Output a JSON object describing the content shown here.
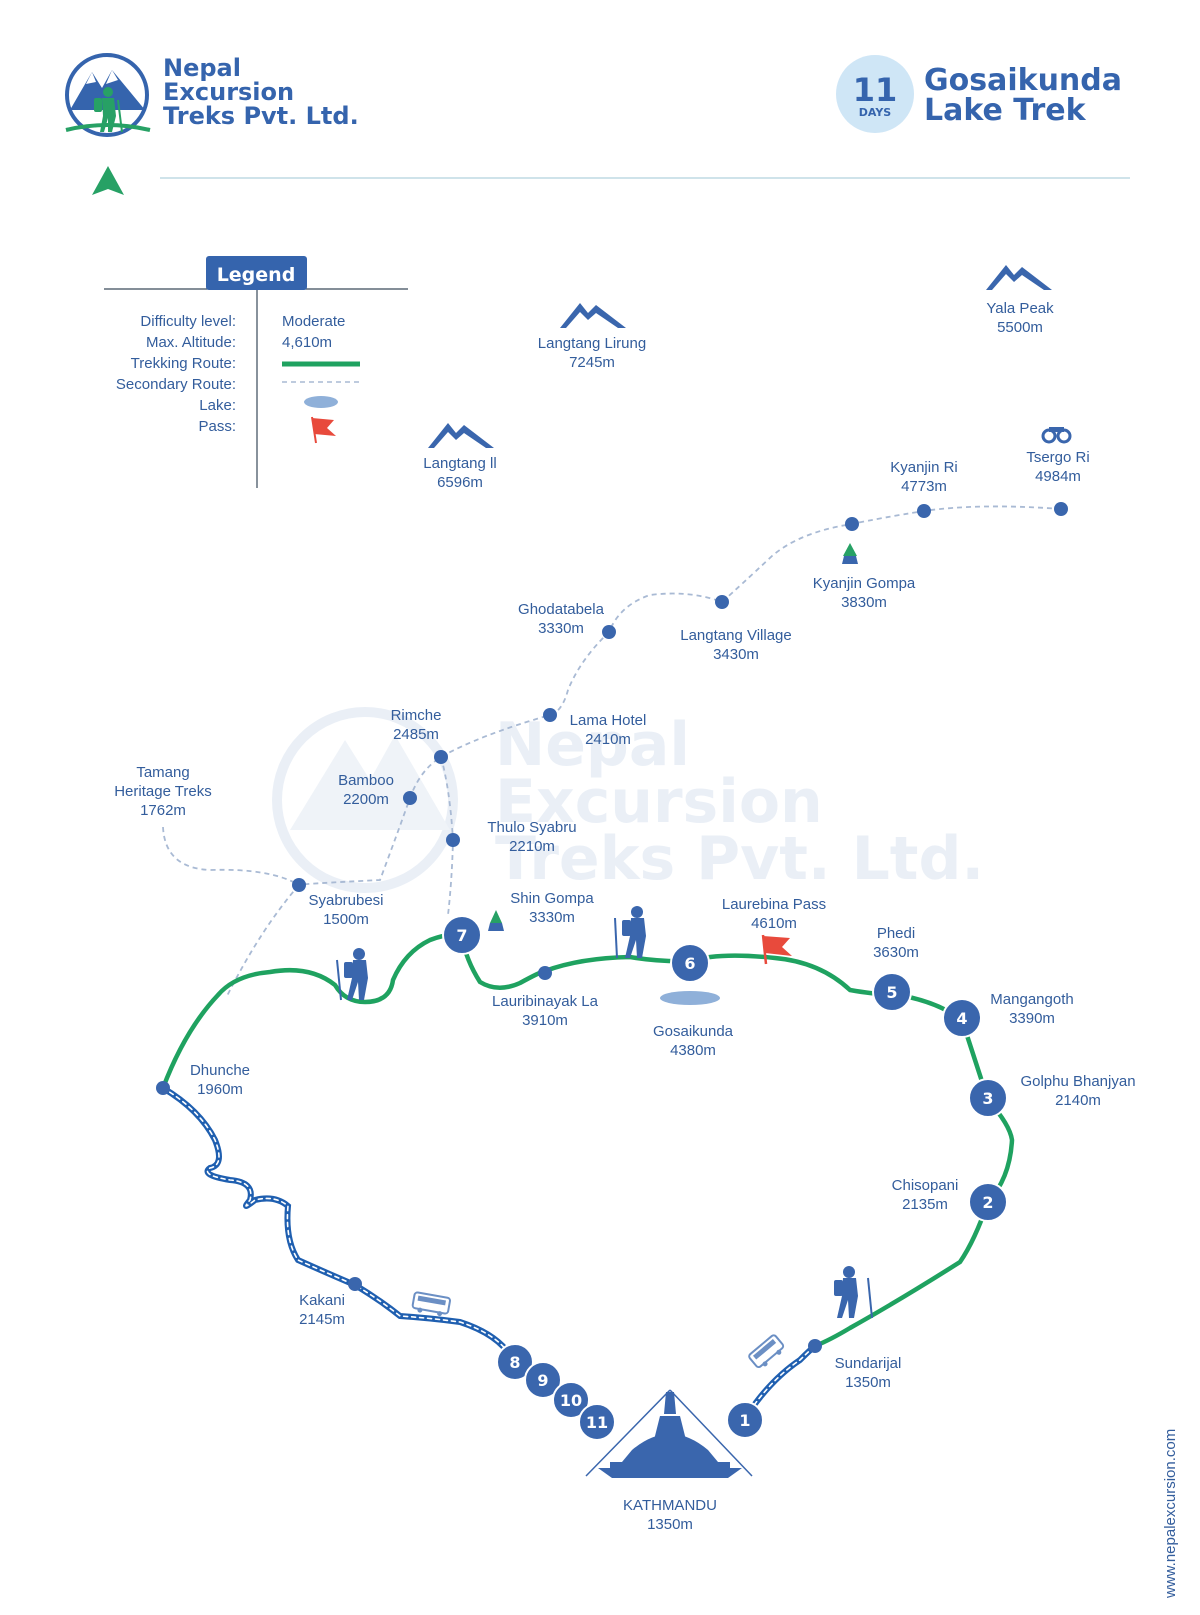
{
  "brand": {
    "line1": "Nepal",
    "line2": "Excursion",
    "line3": "Treks Pvt. Ltd."
  },
  "trek": {
    "days_number": "11",
    "days_label": "DAYS",
    "title_line1": "Gosaikunda",
    "title_line2": "Lake Trek"
  },
  "legend": {
    "title": "Legend",
    "rows": [
      {
        "label": "Difficulty level:",
        "value": "Moderate"
      },
      {
        "label": "Max. Altitude:",
        "value": "4,610m"
      },
      {
        "label": "Trekking Route:"
      },
      {
        "label": "Secondary Route:"
      },
      {
        "label": "Lake:"
      },
      {
        "label": "Pass:"
      }
    ]
  },
  "peaks": [
    {
      "name": "Langtang Lirung",
      "alt": "7245m"
    },
    {
      "name": "Yala Peak",
      "alt": "5500m"
    },
    {
      "name": "Langtang ll",
      "alt": "6596m"
    },
    {
      "name": "Tsergo Ri",
      "alt": "4984m"
    }
  ],
  "places": {
    "kyanjin_ri": {
      "name": "Kyanjin Ri",
      "alt": "4773m"
    },
    "kyanjin_gompa": {
      "name": "Kyanjin Gompa",
      "alt": "3830m"
    },
    "langtang_village": {
      "name": "Langtang Village",
      "alt": "3430m"
    },
    "ghodatabela": {
      "name": "Ghodatabela",
      "alt": "3330m"
    },
    "lama_hotel": {
      "name": "Lama Hotel",
      "alt": "2410m"
    },
    "rimche": {
      "name": "Rimche",
      "alt": "2485m"
    },
    "bamboo": {
      "name": "Bamboo",
      "alt": "2200m"
    },
    "tamang": {
      "name1": "Tamang",
      "name2": "Heritage Treks",
      "alt": "1762m"
    },
    "thulo_syabru": {
      "name": "Thulo Syabru",
      "alt": "2210m"
    },
    "syabrubesi": {
      "name": "Syabrubesi",
      "alt": "1500m"
    },
    "shin_gompa": {
      "name": "Shin Gompa",
      "alt": "3330m"
    },
    "laurebina_pass": {
      "name": "Laurebina Pass",
      "alt": "4610m"
    },
    "phedi": {
      "name": "Phedi",
      "alt": "3630m"
    },
    "lauribinayak": {
      "name": "Lauribinayak La",
      "alt": "3910m"
    },
    "gosaikunda": {
      "name": "Gosaikunda",
      "alt": "4380m"
    },
    "mangangoth": {
      "name": "Mangangoth",
      "alt": "3390m"
    },
    "dhunche": {
      "name": "Dhunche",
      "alt": "1960m"
    },
    "golphu": {
      "name": "Golphu Bhanjyan",
      "alt": "2140m"
    },
    "chisopani": {
      "name": "Chisopani",
      "alt": "2135m"
    },
    "kakani": {
      "name": "Kakani",
      "alt": "2145m"
    },
    "sundarijal": {
      "name": "Sundarijal",
      "alt": "1350m"
    },
    "kathmandu": {
      "name": "KATHMANDU",
      "alt": "1350m"
    }
  },
  "days": [
    "1",
    "2",
    "3",
    "4",
    "5",
    "6",
    "7",
    "8",
    "9",
    "10",
    "11"
  ],
  "watermark": {
    "line1": "Nepal",
    "line2": "Excursion",
    "line3": "Treks Pvt. Ltd."
  },
  "website": "www.nepalexcursion.com",
  "colors": {
    "route": "#1fa260",
    "drive": "#1f5fb0",
    "node": "#3a66ad",
    "pass_flag": "#e84a3c",
    "lake": "#8fb0d9",
    "compass": "#27a165"
  }
}
